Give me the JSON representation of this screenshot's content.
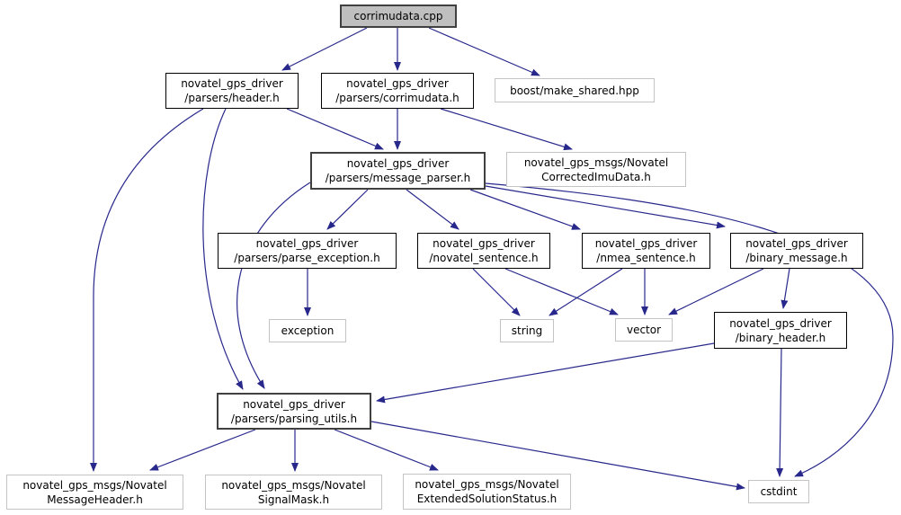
{
  "diagram": {
    "type": "include-dependency-graph",
    "root_file": "corrimudata.cpp",
    "colors": {
      "edge": "#28288c",
      "node_fill": "#ffffff",
      "root_fill": "#bfbfbf",
      "internal_border": "#000000",
      "emphasis_border": "#404040",
      "external_border": "#c4c4c4",
      "text": "#000000"
    },
    "nodes": [
      {
        "id": "corrimudata-cpp",
        "kind": "root",
        "label": "corrimudata.cpp"
      },
      {
        "id": "parsers-header-h",
        "kind": "internal",
        "label": "novatel_gps_driver\n/parsers/header.h"
      },
      {
        "id": "parsers-corrimudata-h",
        "kind": "internal",
        "label": "novatel_gps_driver\n/parsers/corrimudata.h"
      },
      {
        "id": "boost-make-shared-hpp",
        "kind": "external",
        "label": "boost/make_shared.hpp"
      },
      {
        "id": "message-parser-h",
        "kind": "emphasis",
        "label": "novatel_gps_driver\n/parsers/message_parser.h"
      },
      {
        "id": "novatel-corrected-imu-data-h",
        "kind": "external",
        "label": "novatel_gps_msgs/Novatel\nCorrectedImuData.h"
      },
      {
        "id": "parse-exception-h",
        "kind": "internal",
        "label": "novatel_gps_driver\n/parsers/parse_exception.h"
      },
      {
        "id": "novatel-sentence-h",
        "kind": "internal",
        "label": "novatel_gps_driver\n/novatel_sentence.h"
      },
      {
        "id": "nmea-sentence-h",
        "kind": "internal",
        "label": "novatel_gps_driver\n/nmea_sentence.h"
      },
      {
        "id": "binary-message-h",
        "kind": "internal",
        "label": "novatel_gps_driver\n/binary_message.h"
      },
      {
        "id": "exception",
        "kind": "external",
        "label": "exception"
      },
      {
        "id": "string",
        "kind": "external",
        "label": "string"
      },
      {
        "id": "vector",
        "kind": "external",
        "label": "vector"
      },
      {
        "id": "binary-header-h",
        "kind": "internal",
        "label": "novatel_gps_driver\n/binary_header.h"
      },
      {
        "id": "parsing-utils-h",
        "kind": "emphasis",
        "label": "novatel_gps_driver\n/parsers/parsing_utils.h"
      },
      {
        "id": "novatel-message-header-h",
        "kind": "external",
        "label": "novatel_gps_msgs/Novatel\nMessageHeader.h"
      },
      {
        "id": "novatel-signal-mask-h",
        "kind": "external",
        "label": "novatel_gps_msgs/Novatel\nSignalMask.h"
      },
      {
        "id": "novatel-extended-solution-status-h",
        "kind": "external",
        "label": "novatel_gps_msgs/Novatel\nExtendedSolutionStatus.h"
      },
      {
        "id": "cstdint",
        "kind": "external",
        "label": "cstdint"
      }
    ],
    "edges": [
      {
        "from": "corrimudata-cpp",
        "to": "parsers-header-h"
      },
      {
        "from": "corrimudata-cpp",
        "to": "parsers-corrimudata-h"
      },
      {
        "from": "corrimudata-cpp",
        "to": "boost-make-shared-hpp"
      },
      {
        "from": "parsers-header-h",
        "to": "message-parser-h"
      },
      {
        "from": "parsers-header-h",
        "to": "parsing-utils-h"
      },
      {
        "from": "parsers-header-h",
        "to": "novatel-message-header-h"
      },
      {
        "from": "parsers-corrimudata-h",
        "to": "message-parser-h"
      },
      {
        "from": "parsers-corrimudata-h",
        "to": "novatel-corrected-imu-data-h"
      },
      {
        "from": "message-parser-h",
        "to": "parse-exception-h"
      },
      {
        "from": "message-parser-h",
        "to": "novatel-sentence-h"
      },
      {
        "from": "message-parser-h",
        "to": "nmea-sentence-h"
      },
      {
        "from": "message-parser-h",
        "to": "binary-message-h"
      },
      {
        "from": "message-parser-h",
        "to": "parsing-utils-h"
      },
      {
        "from": "message-parser-h",
        "to": "cstdint"
      },
      {
        "from": "parse-exception-h",
        "to": "exception"
      },
      {
        "from": "novatel-sentence-h",
        "to": "string"
      },
      {
        "from": "novatel-sentence-h",
        "to": "vector"
      },
      {
        "from": "nmea-sentence-h",
        "to": "string"
      },
      {
        "from": "nmea-sentence-h",
        "to": "vector"
      },
      {
        "from": "binary-message-h",
        "to": "vector"
      },
      {
        "from": "binary-message-h",
        "to": "binary-header-h"
      },
      {
        "from": "binary-header-h",
        "to": "parsing-utils-h"
      },
      {
        "from": "binary-header-h",
        "to": "cstdint"
      },
      {
        "from": "parsing-utils-h",
        "to": "novatel-message-header-h"
      },
      {
        "from": "parsing-utils-h",
        "to": "novatel-signal-mask-h"
      },
      {
        "from": "parsing-utils-h",
        "to": "novatel-extended-solution-status-h"
      },
      {
        "from": "parsing-utils-h",
        "to": "cstdint"
      }
    ]
  }
}
